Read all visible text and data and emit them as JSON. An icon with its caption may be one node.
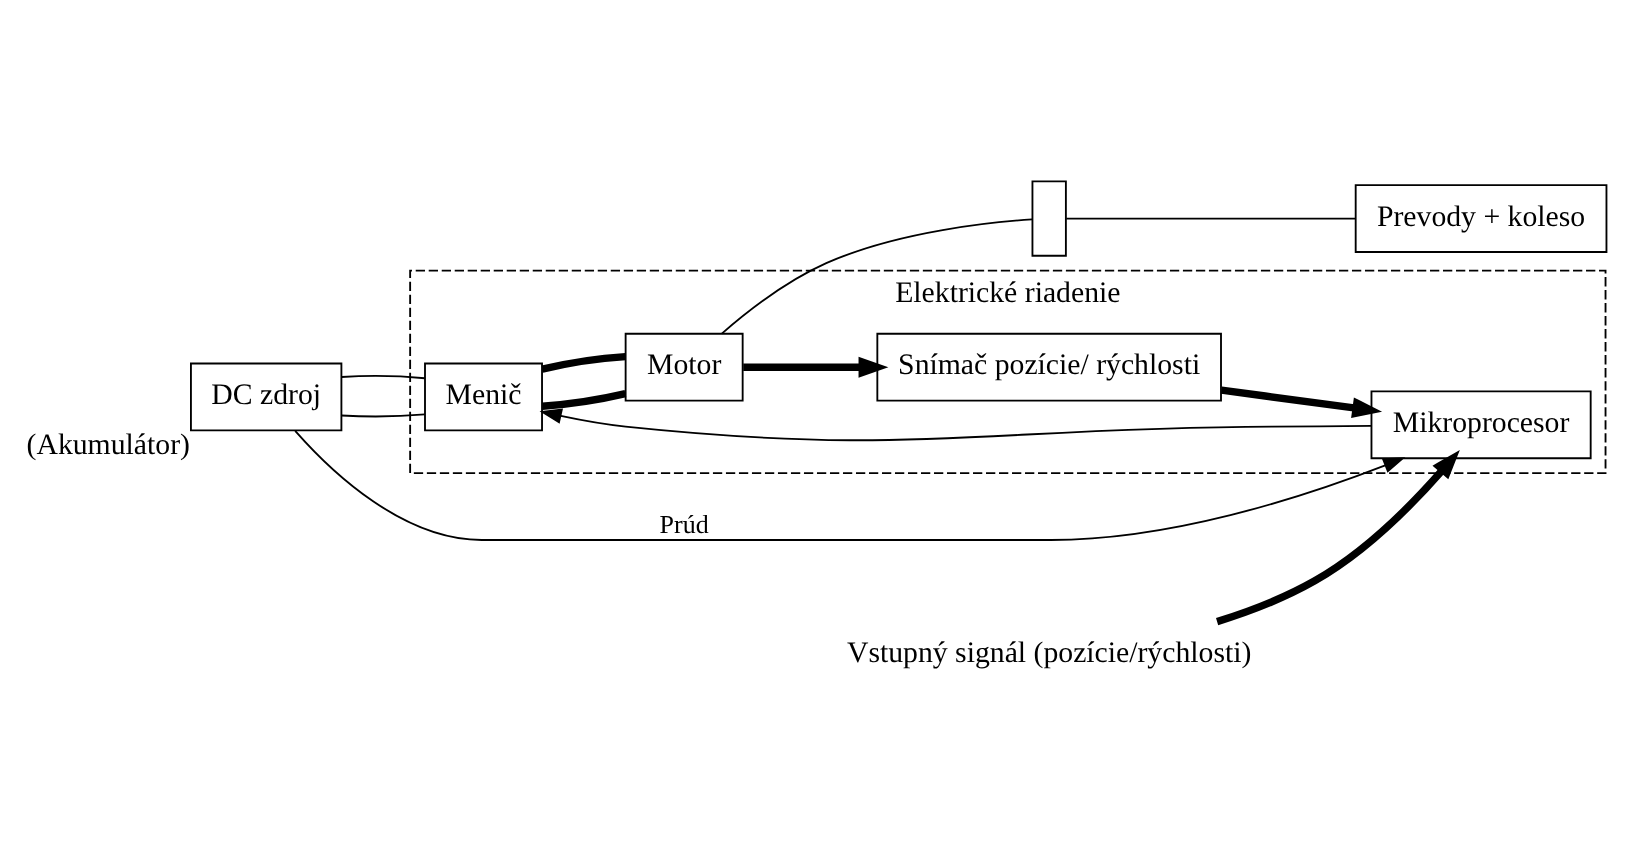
{
  "diagram": {
    "nodes": [
      {
        "text": [
          "Elektrické riadenie"
        ]
      },
      {
        "text": [
          "DC zdroj"
        ],
        "beside": [
          "(Akumulátor)"
        ]
      },
      {
        "text": [
          "Menič"
        ],
        "in": 0
      },
      {
        "text": [
          "Motor"
        ],
        "in": 0
      },
      {
        "text": [],
        "shape": "box"
      },
      {
        "text": [
          "Prevody + koleso"
        ]
      },
      {
        "text": [
          "Snímač pozície/ rýchlosti"
        ],
        "in": 0
      },
      {
        "text": [
          "Mikroprocesor"
        ],
        "in": 0
      },
      {
        "text": [
          "Vstupný signál (pozície/rýchlosti)"
        ]
      }
    ],
    "edges": [
      {
        "from": 1,
        "to": 2,
        "arrow": "none"
      },
      {
        "from": 1,
        "to": 2,
        "arrow": "none"
      },
      {
        "from": 1,
        "to": 7,
        "arrow": "to",
        "label": "Prúd"
      },
      {
        "from": 7,
        "to": 2,
        "arrow": "to"
      },
      {
        "from": 2,
        "to": 3,
        "arrow": "none",
        "style": "thick"
      },
      {
        "from": 2,
        "to": 3,
        "arrow": "none",
        "style": "thick"
      },
      {
        "from": 3,
        "to": 6,
        "arrow": "to",
        "style": "thick"
      },
      {
        "from": 6,
        "to": 7,
        "arrow": "to",
        "style": "thick"
      },
      {
        "from": 8,
        "to": 7,
        "arrow": "to",
        "style": "thick"
      },
      {
        "from": 3,
        "to": 4,
        "arrow": "none"
      },
      {
        "from": 4,
        "to": 5,
        "arrow": "none"
      }
    ]
  }
}
